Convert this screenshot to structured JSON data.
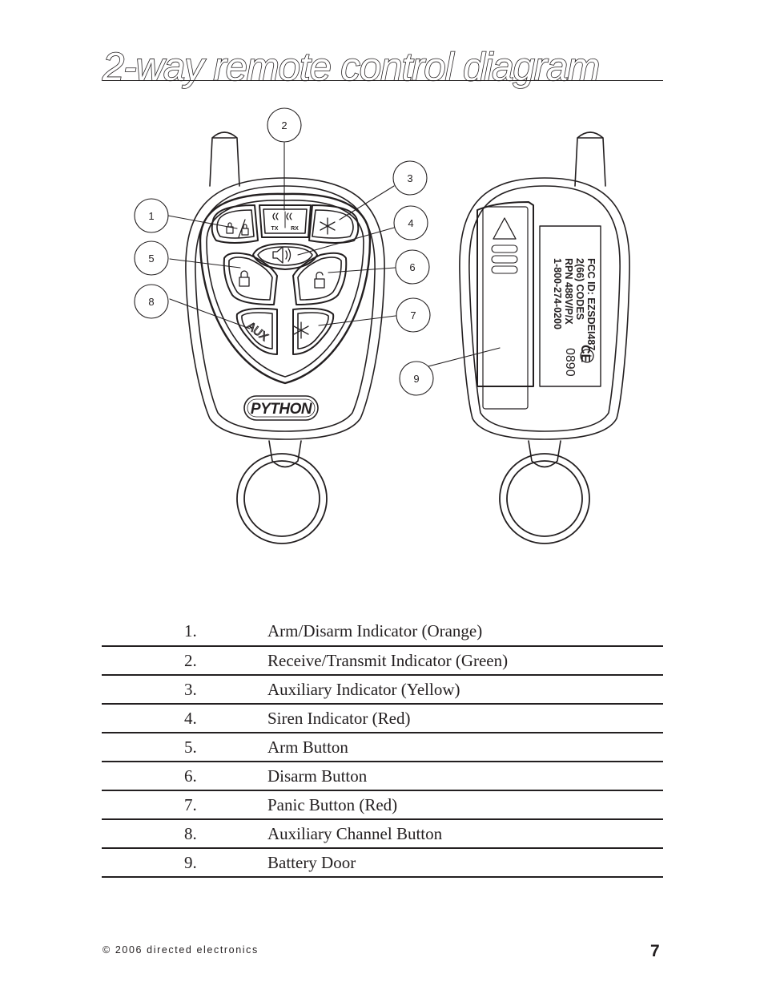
{
  "title": "2-way remote control diagram",
  "callouts": [
    "1",
    "2",
    "3",
    "4",
    "5",
    "6",
    "7",
    "8",
    "9"
  ],
  "remote_front": {
    "tx_label": "TX",
    "rx_label": "RX",
    "aux_label": "AUX",
    "brand": "PYTHON"
  },
  "remote_back": {
    "label_lines": [
      "1-800-274-0200",
      "RPN 488V/P/X",
      "2(66) CODES",
      "FCC ID: EZSDEI487"
    ],
    "ce_mark": "CE",
    "notified_body": "0890"
  },
  "legend": [
    {
      "num": "1.",
      "desc": "Arm/Disarm Indicator (Orange)"
    },
    {
      "num": "2.",
      "desc": "Receive/Transmit Indicator (Green)"
    },
    {
      "num": "3.",
      "desc": "Auxiliary Indicator (Yellow)"
    },
    {
      "num": "4.",
      "desc": "Siren Indicator (Red)"
    },
    {
      "num": "5.",
      "desc": "Arm Button"
    },
    {
      "num": "6.",
      "desc": "Disarm Button"
    },
    {
      "num": "7.",
      "desc": "Panic Button (Red)"
    },
    {
      "num": "8.",
      "desc": "Auxiliary Channel Button"
    },
    {
      "num": "9.",
      "desc": "Battery Door"
    }
  ],
  "footer": {
    "copyright": "© 2006 directed electronics",
    "page_number": "7"
  }
}
